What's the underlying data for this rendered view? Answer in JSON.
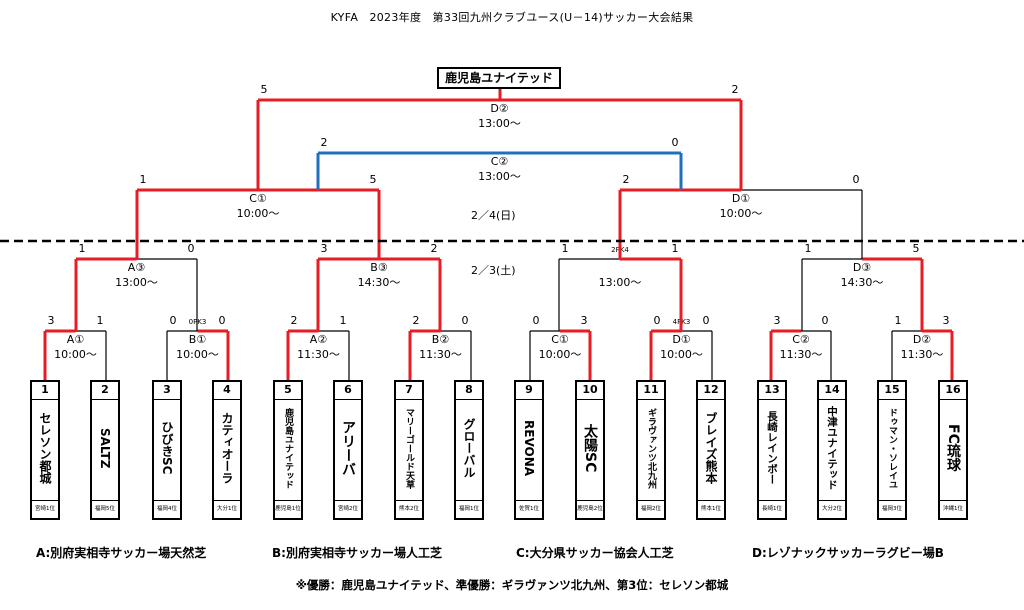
{
  "title": "KYFA　2023年度　第33回九州クラブユース(U－14)サッカー大会結果",
  "champion": "鹿児島ユナイテッド",
  "dates": {
    "day2": "2／4(日)",
    "day1": "2／3(土)"
  },
  "teams": [
    {
      "num": "1",
      "name": "セレソン都城",
      "rank": "宮崎1位"
    },
    {
      "num": "2",
      "name": "SALTZ",
      "rank": "福岡5位"
    },
    {
      "num": "3",
      "name": "ひびきSC",
      "rank": "福岡4位"
    },
    {
      "num": "4",
      "name": "カティオーラ",
      "rank": "大分1位"
    },
    {
      "num": "5",
      "name": "鹿児島ユナイテッド",
      "rank": "鹿児島1位"
    },
    {
      "num": "6",
      "name": "アリーバ",
      "rank": "宮崎2位"
    },
    {
      "num": "7",
      "name": "マリーゴールド天草",
      "rank": "熊本2位"
    },
    {
      "num": "8",
      "name": "グローバル",
      "rank": "福岡1位"
    },
    {
      "num": "9",
      "name": "REVONA",
      "rank": "佐賀1位"
    },
    {
      "num": "10",
      "name": "太陽SC",
      "rank": "鹿児島2位"
    },
    {
      "num": "11",
      "name": "ギラヴァンツ北九州",
      "rank": "福岡2位"
    },
    {
      "num": "12",
      "name": "ブレイズ熊本",
      "rank": "熊本1位"
    },
    {
      "num": "13",
      "name": "長崎レインボー",
      "rank": "長崎1位"
    },
    {
      "num": "14",
      "name": "中津ユナイテッド",
      "rank": "大分2位"
    },
    {
      "num": "15",
      "name": "ドゥマン・ソレイユ",
      "rank": "福岡3位"
    },
    {
      "num": "16",
      "name": "FC琉球",
      "rank": "沖縄1位"
    }
  ],
  "matches": [
    {
      "label": "A①",
      "time": "10:00～",
      "s1": "3",
      "s2": "1",
      "pk": ""
    },
    {
      "label": "B①",
      "time": "10:00～",
      "s1": "0",
      "s2": "0",
      "pk": "0PK3"
    },
    {
      "label": "A②",
      "time": "11:30～",
      "s1": "2",
      "s2": "1",
      "pk": ""
    },
    {
      "label": "B②",
      "time": "11:30～",
      "s1": "2",
      "s2": "0",
      "pk": ""
    },
    {
      "label": "C①",
      "time": "10:00～",
      "s1": "0",
      "s2": "3",
      "pk": ""
    },
    {
      "label": "D①",
      "time": "10:00～",
      "s1": "0",
      "s2": "0",
      "pk": "4PK3"
    },
    {
      "label": "C②",
      "time": "11:30～",
      "s1": "3",
      "s2": "0",
      "pk": ""
    },
    {
      "label": "D②",
      "time": "11:30～",
      "s1": "1",
      "s2": "3",
      "pk": ""
    },
    {
      "label": "A③",
      "time": "13:00～",
      "s1": "1",
      "s2": "0",
      "pk": ""
    },
    {
      "label": "B③",
      "time": "14:30～",
      "s1": "3",
      "s2": "2",
      "pk": ""
    },
    {
      "label": "",
      "time": "13:00～",
      "s1": "1",
      "s2": "1",
      "pk": "2PK4"
    },
    {
      "label": "D③",
      "time": "14:30～",
      "s1": "1",
      "s2": "5",
      "pk": ""
    },
    {
      "label": "C①",
      "time": "10:00～",
      "s1": "1",
      "s2": "5",
      "pk": ""
    },
    {
      "label": "D①",
      "time": "10:00～",
      "s1": "2",
      "s2": "0",
      "pk": ""
    },
    {
      "label": "C②",
      "time": "13:00～",
      "s1": "2",
      "s2": "0",
      "pk": ""
    },
    {
      "label": "D②",
      "time": "13:00～",
      "s1": "5",
      "s2": "2",
      "pk": ""
    }
  ],
  "venues": [
    "A:別府実相寺サッカー場天然芝",
    "B:別府実相寺サッカー場人工芝",
    "C:大分県サッカー協会人工芝",
    "D:レゾナックサッカーラグビー場B"
  ],
  "summary": "※優勝：鹿児島ユナイテッド、準優勝：ギラヴァンツ北九州、第3位：セレソン都城",
  "colors": {
    "winner": "#e81c24",
    "third_place": "#1f6fbf",
    "line": "#000000"
  }
}
